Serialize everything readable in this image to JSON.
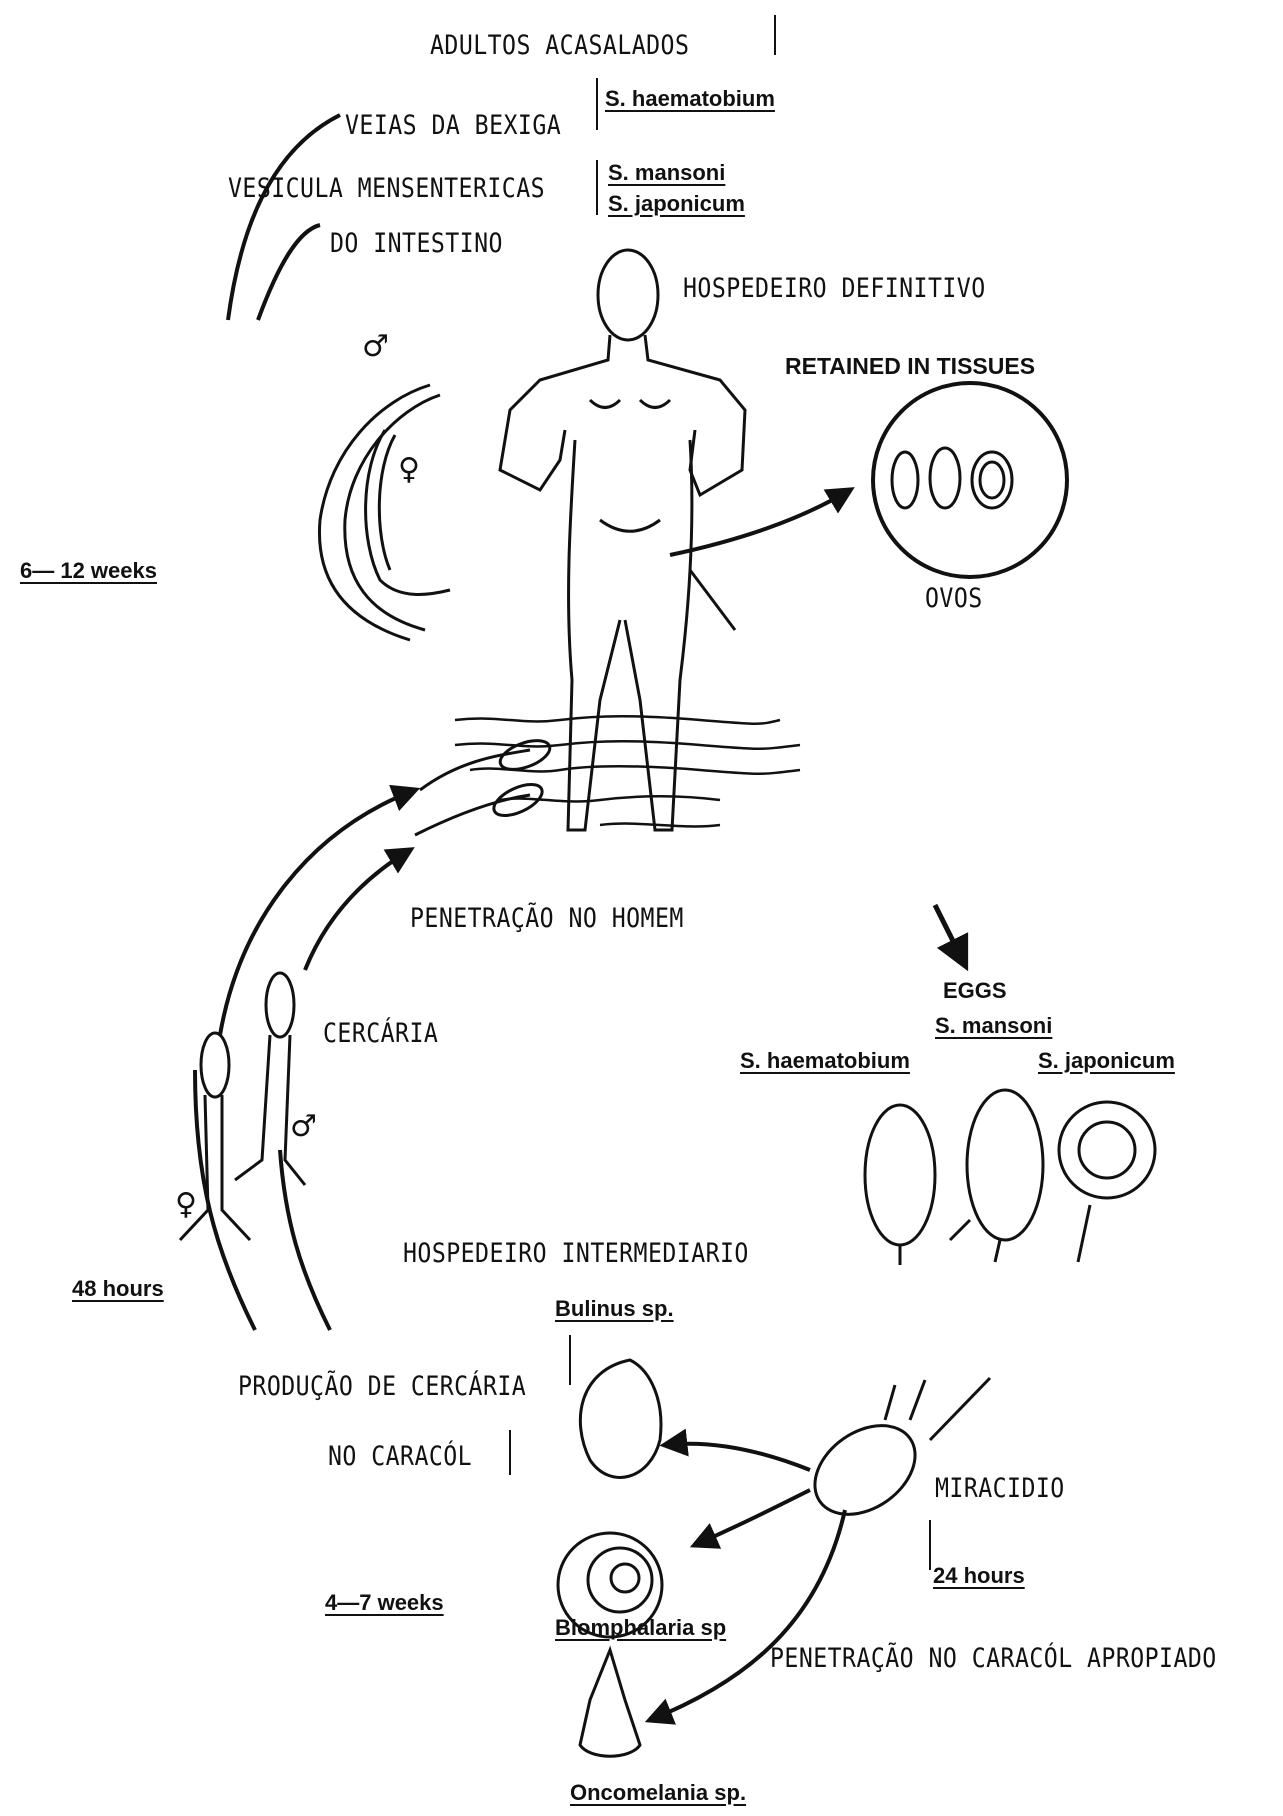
{
  "labels": {
    "adultos_acasalados": "ADULTOS ACASALADOS",
    "veias_da_bexiga": "VEIAS DA BEXIGA",
    "vesicula_mensentericas": "VESICULA MENSENTERICAS",
    "do_intestino": "DO INTESTINO",
    "hospedeiro_definitivo": "HOSPEDEIRO DEFINITIVO",
    "retained_in_tissues": "RETAINED IN TISSUES",
    "ovos": "OVOS",
    "weeks_6_12": "6— 12 weeks",
    "penetracao_no_homem": "PENETRAÇÃO NO HOMEM",
    "eggs": "EGGS",
    "cercaria": "CERCÁRIA",
    "hours_48": "48 hours",
    "hospedeiro_intermediario": "HOSPEDEIRO INTERMEDIARIO",
    "producao_de_cercaria": "PRODUÇÃO DE CERCÁRIA",
    "no_caracol": "NO CARACÓL",
    "miracidio": "MIRACIDIO",
    "hours_24": "24 hours",
    "weeks_4_7": "4—7 weeks",
    "penetracao_no_caracol": "PENETRAÇÃO NO CARACÓL APROPIADO"
  },
  "species": {
    "s_haematobium_top": "S. haematobium",
    "s_mansoni_top": "S. mansoni",
    "s_japonicum_top": "S. japonicum",
    "s_mansoni_eggs": "S. mansoni",
    "s_haematobium_eggs": "S. haematobium",
    "s_japonicum_eggs": "S. japonicum"
  },
  "snails": {
    "bulinus": "Bulinus sp.",
    "biomphalaria": "Biomphalaria sp",
    "oncomelania": "Oncomelania sp."
  },
  "symbols": {
    "male": "♂",
    "female": "♀"
  }
}
